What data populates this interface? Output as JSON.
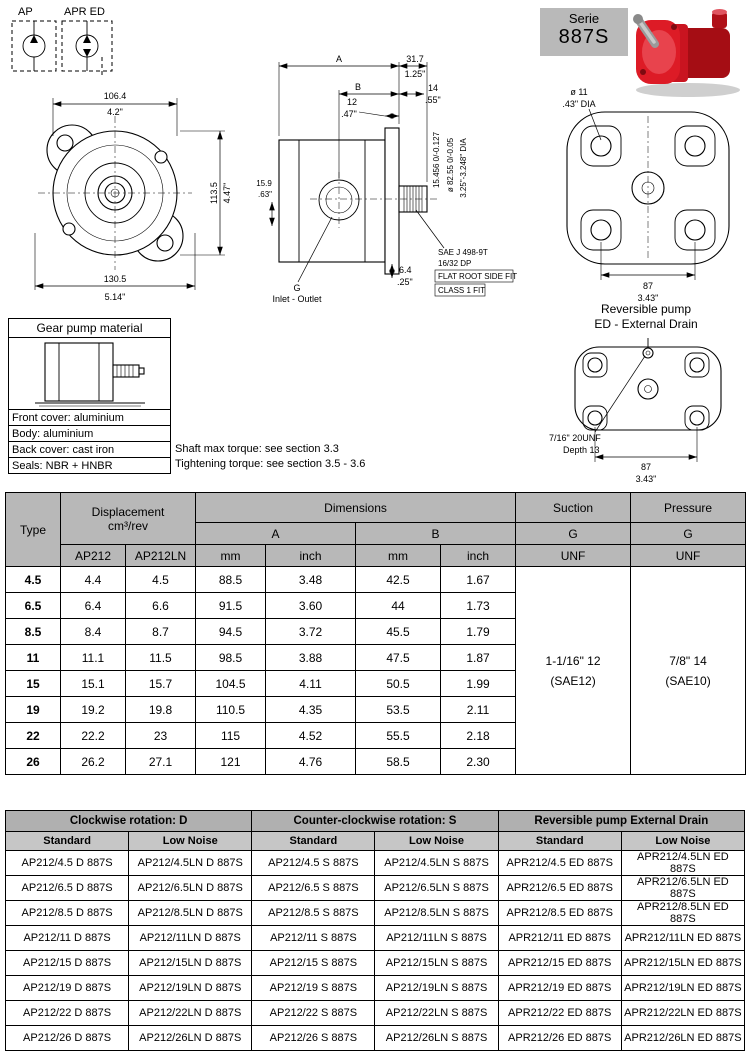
{
  "header": {
    "symbol_ap_label": "AP",
    "symbol_apred_label": "APR ED",
    "serie_label": "Serie",
    "serie_value": "887S"
  },
  "front_view": {
    "width_mm": "106.4",
    "width_in": "4.2\"",
    "height_mm": "113.5",
    "height_in": "4.47\"",
    "base_mm": "130.5",
    "base_in": "5.14\""
  },
  "side_view": {
    "dim_a": "A",
    "dim_b": "B",
    "len1_mm": "31.7",
    "len1_in": "1.25\"",
    "len2_mm": "14",
    "len2_in": ".55\"",
    "len3_mm": "12",
    "len3_in": ".47\"",
    "port_mm": "15.9",
    "port_in": ".63\"",
    "bottom_mm": "6.4",
    "bottom_in": ".25\"",
    "shaft_dim": "15.456 0/-0.127",
    "pilot_mm": "ø 82.55 0/-0.05",
    "pilot_in": "3.25\"-3.248\" DIA",
    "spline_l1": "SAE J 498-9T",
    "spline_l2": "16/32 DP",
    "spline_l3": "FLAT ROOT SIDE FIT",
    "spline_l4": "CLASS 1 FIT",
    "port_label": "G",
    "port_sublabel": "Inlet - Outlet"
  },
  "rear_view": {
    "hole_mm": "ø 11",
    "hole_in": ".43\" DIA",
    "width_mm": "87",
    "width_in": "3.43\""
  },
  "reversible": {
    "title_l1": "Reversible pump",
    "title_l2": "ED - External Drain",
    "thread": "7/16\" 20UNF",
    "depth": "Depth 13",
    "width_mm": "87",
    "width_in": "3.43\""
  },
  "material_box": {
    "title": "Gear pump material",
    "lines": [
      "Front cover: aluminium",
      "Body: aluminium",
      "Back cover: cast iron",
      "Seals: NBR + HNBR"
    ]
  },
  "notes": {
    "line1": "Shaft max torque: see section 3.3",
    "line2": "Tightening torque: see section 3.5 - 3.6"
  },
  "main_table": {
    "h_type": "Type",
    "h_displacement": "Displacement",
    "h_displacement_unit": "cm³/rev",
    "h_dimensions": "Dimensions",
    "h_a": "A",
    "h_b": "B",
    "h_suction": "Suction",
    "h_pressure": "Pressure",
    "h_g": "G",
    "h_ap212": "AP212",
    "h_ap212ln": "AP212LN",
    "h_mm": "mm",
    "h_inch": "inch",
    "h_unf": "UNF",
    "suction_value": "1-1/16\" 12\n(SAE12)",
    "pressure_value": "7/8\" 14\n(SAE10)",
    "rows": [
      [
        "4.5",
        "4.4",
        "4.5",
        "88.5",
        "3.48",
        "42.5",
        "1.67"
      ],
      [
        "6.5",
        "6.4",
        "6.6",
        "91.5",
        "3.60",
        "44",
        "1.73"
      ],
      [
        "8.5",
        "8.4",
        "8.7",
        "94.5",
        "3.72",
        "45.5",
        "1.79"
      ],
      [
        "11",
        "11.1",
        "11.5",
        "98.5",
        "3.88",
        "47.5",
        "1.87"
      ],
      [
        "15",
        "15.1",
        "15.7",
        "104.5",
        "4.11",
        "50.5",
        "1.99"
      ],
      [
        "19",
        "19.2",
        "19.8",
        "110.5",
        "4.35",
        "53.5",
        "2.11"
      ],
      [
        "22",
        "22.2",
        "23",
        "115",
        "4.52",
        "55.5",
        "2.18"
      ],
      [
        "26",
        "26.2",
        "27.1",
        "121",
        "4.76",
        "58.5",
        "2.30"
      ]
    ]
  },
  "order_table": {
    "group_headers": [
      "Clockwise rotation: D",
      "Counter-clockwise rotation: S",
      "Reversible pump External Drain"
    ],
    "sub_headers": [
      "Standard",
      "Low Noise",
      "Standard",
      "Low Noise",
      "Standard",
      "Low Noise"
    ],
    "rows": [
      [
        "AP212/4.5 D 887S",
        "AP212/4.5LN D 887S",
        "AP212/4.5 S 887S",
        "AP212/4.5LN S 887S",
        "APR212/4.5 ED 887S",
        "APR212/4.5LN ED 887S"
      ],
      [
        "AP212/6.5 D 887S",
        "AP212/6.5LN D 887S",
        "AP212/6.5 S 887S",
        "AP212/6.5LN S 887S",
        "APR212/6.5 ED 887S",
        "APR212/6.5LN ED 887S"
      ],
      [
        "AP212/8.5 D 887S",
        "AP212/8.5LN D 887S",
        "AP212/8.5 S 887S",
        "AP212/8.5LN S 887S",
        "APR212/8.5 ED 887S",
        "APR212/8.5LN ED 887S"
      ],
      [
        "AP212/11 D 887S",
        "AP212/11LN D 887S",
        "AP212/11 S 887S",
        "AP212/11LN S 887S",
        "APR212/11 ED 887S",
        "APR212/11LN ED 887S"
      ],
      [
        "AP212/15 D 887S",
        "AP212/15LN D 887S",
        "AP212/15 S 887S",
        "AP212/15LN S 887S",
        "APR212/15 ED 887S",
        "APR212/15LN ED 887S"
      ],
      [
        "AP212/19 D 887S",
        "AP212/19LN D 887S",
        "AP212/19 S 887S",
        "AP212/19LN S 887S",
        "APR212/19 ED 887S",
        "APR212/19LN ED 887S"
      ],
      [
        "AP212/22 D 887S",
        "AP212/22LN D 887S",
        "AP212/22 S 887S",
        "AP212/22LN S 887S",
        "APR212/22 ED 887S",
        "APR212/22LN ED 887S"
      ],
      [
        "AP212/26 D 887S",
        "AP212/26LN D 887S",
        "AP212/26 S 887S",
        "AP212/26LN S 887S",
        "APR212/26 ED 887S",
        "APR212/26LN ED 887S"
      ]
    ]
  }
}
